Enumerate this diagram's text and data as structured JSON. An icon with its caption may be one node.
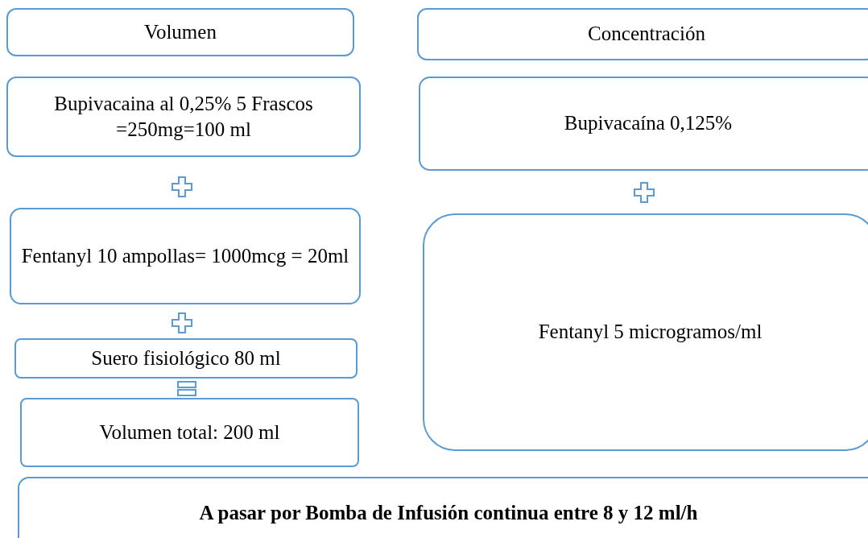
{
  "diagram": {
    "nodes": [
      {
        "text": [
          "Volumen"
        ]
      },
      {
        "text": [
          "Concentración"
        ]
      },
      {
        "text": [
          "Bupivacaina al 0,25% 5 Frascos =250mg=100 ml"
        ]
      },
      {
        "text": [
          "Bupivacaína 0,125%"
        ]
      },
      {
        "text": [
          "Fentanyl 10 ampollas= 1000mcg = 20ml"
        ]
      },
      {
        "text": [
          "Fentanyl 5 microgramos/ml"
        ]
      },
      {
        "text": [
          "Suero fisiológico 80 ml"
        ]
      },
      {
        "text": [
          "Volumen total: 200 ml"
        ]
      },
      {
        "text": [
          "A pasar por Bomba de Infusión continua entre 8 y 12 ml/h"
        ]
      }
    ]
  }
}
